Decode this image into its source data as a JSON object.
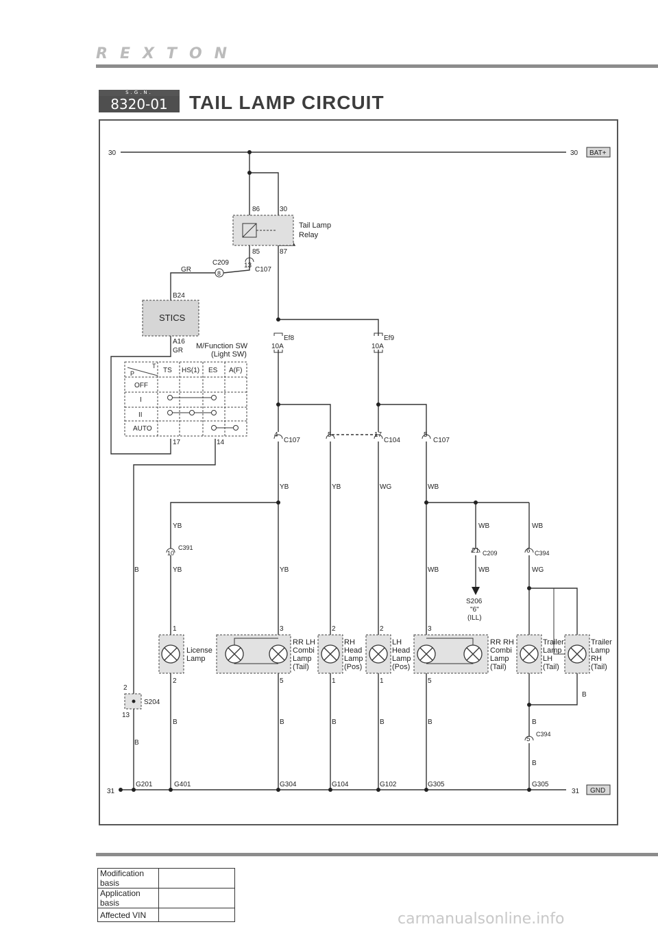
{
  "header": {
    "brand": "REXTON",
    "sgn": "S.G.N.",
    "code": "8320-01",
    "title": "TAIL LAMP CIRCUIT"
  },
  "diagram": {
    "bus_top": {
      "left": "30",
      "right": "30",
      "tag": "BAT+"
    },
    "bus_bottom": {
      "left": "31",
      "right": "31",
      "tag": "GND"
    },
    "relay": {
      "name": "Tail Lamp\nRelay",
      "pins": [
        "86",
        "30",
        "85",
        "87"
      ]
    },
    "connectors": {
      "c209_pin": "8",
      "c209": "C209",
      "c107_pin13": "13",
      "c107": "C107",
      "c107_pin4": "4",
      "c107_pin5a": "5",
      "c104_pin17": "17",
      "c104": "C104",
      "c107_pin5b": "5",
      "c391": "C391",
      "c391_pin": "10",
      "c209b": "C209",
      "c209b_pin": "21",
      "c394": "C394",
      "c394_pin6": "6",
      "c394_pin5": "5"
    },
    "wires": {
      "gr_top": "GR",
      "b24": "B24",
      "a16": "A16",
      "gr_a16": "GR",
      "yb1": "YB",
      "yb2": "YB",
      "wg1": "WG",
      "wb1": "WB",
      "yb_lic_top": "YB",
      "yb_lic_bot": "YB",
      "yb_rrlh": "YB",
      "wb_rrrh": "WB",
      "wb_s206a": "WB",
      "wb_s206b": "WB",
      "wb_c394a": "WB",
      "wg_c394b": "WG",
      "b_left": "B",
      "b_left2": "B",
      "b_lic": "B",
      "b_rrlh": "B",
      "b_rh": "B",
      "b_lh": "B",
      "b_rrrh": "B",
      "b_trl": "B",
      "b_trl2": "B",
      "b_trr": "B"
    },
    "fuses": {
      "ef8": "Ef8",
      "ef8_amp": "10A",
      "ef9": "Ef9",
      "ef9_amp": "10A"
    },
    "stics": "STICS",
    "switch": {
      "name": "M/Function SW",
      "sub": "(Light SW)",
      "corner_t": "T",
      "corner_p": "P",
      "cols": [
        "TS",
        "HS(1)",
        "ES",
        "A(F)"
      ],
      "rows": [
        "OFF",
        "I",
        "II",
        "AUTO"
      ],
      "pins": [
        "17",
        "14"
      ]
    },
    "splice": {
      "s206": "S206",
      "s206_sub1": "\"6\"",
      "s206_sub2": "(ILL)",
      "s204": "S204",
      "s204_top": "2",
      "s204_bot": "13"
    },
    "grounds": [
      "G201",
      "G401",
      "G304",
      "G104",
      "G102",
      "G305",
      "G305"
    ],
    "lamps": {
      "license": {
        "name": [
          "License",
          "Lamp"
        ],
        "top": "1",
        "bot": "2"
      },
      "rrlh": {
        "name": [
          "RR LH",
          "Combi",
          "Lamp",
          "(Tail)"
        ],
        "top": "3",
        "bot": "5"
      },
      "rh_head": {
        "name": [
          "RH",
          "Head",
          "Lamp",
          "(Pos)"
        ],
        "top": "2",
        "bot": "1"
      },
      "lh_head": {
        "name": [
          "LH",
          "Head",
          "Lamp",
          "(Pos)"
        ],
        "top": "2",
        "bot": "1"
      },
      "rrrh": {
        "name": [
          "RR RH",
          "Combi",
          "Lamp",
          "(Tail)"
        ],
        "top": "3",
        "bot": "5"
      },
      "trailer_lh": {
        "name": [
          "Trailer",
          "Lamp",
          "LH",
          "(Tail)"
        ]
      },
      "trailer_rh": {
        "name": [
          "Trailer",
          "Lamp",
          "RH",
          "(Tail)"
        ]
      }
    }
  },
  "footer": {
    "rows": [
      "Modification basis",
      "Application basis",
      "Affected VIN"
    ],
    "watermark": "carmanualsonline.info"
  }
}
